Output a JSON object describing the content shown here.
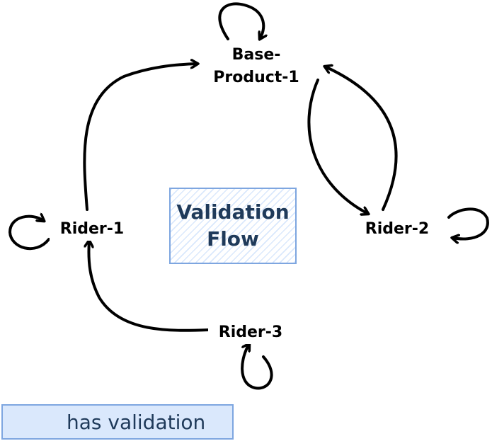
{
  "title_lines": [
    "Validation",
    "Flow"
  ],
  "nodes": {
    "base_product": [
      "Base-",
      "Product-1"
    ],
    "rider1": "Rider-1",
    "rider2": "Rider-2",
    "rider3": "Rider-3"
  },
  "edges": [
    {
      "from": "Base-Product-1",
      "to": "Base-Product-1"
    },
    {
      "from": "Base-Product-1",
      "to": "Rider-2"
    },
    {
      "from": "Rider-2",
      "to": "Base-Product-1"
    },
    {
      "from": "Rider-2",
      "to": "Rider-2"
    },
    {
      "from": "Rider-1",
      "to": "Base-Product-1"
    },
    {
      "from": "Rider-1",
      "to": "Rider-1"
    },
    {
      "from": "Rider-3",
      "to": "Rider-1"
    },
    {
      "from": "Rider-3",
      "to": "Rider-3"
    }
  ],
  "legend": {
    "label": "has validation"
  },
  "colors": {
    "box_fill": "#dae8fc",
    "box_stroke": "#7ea6e0",
    "text_blue": "#1f3a5a",
    "arrow": "#000000"
  }
}
